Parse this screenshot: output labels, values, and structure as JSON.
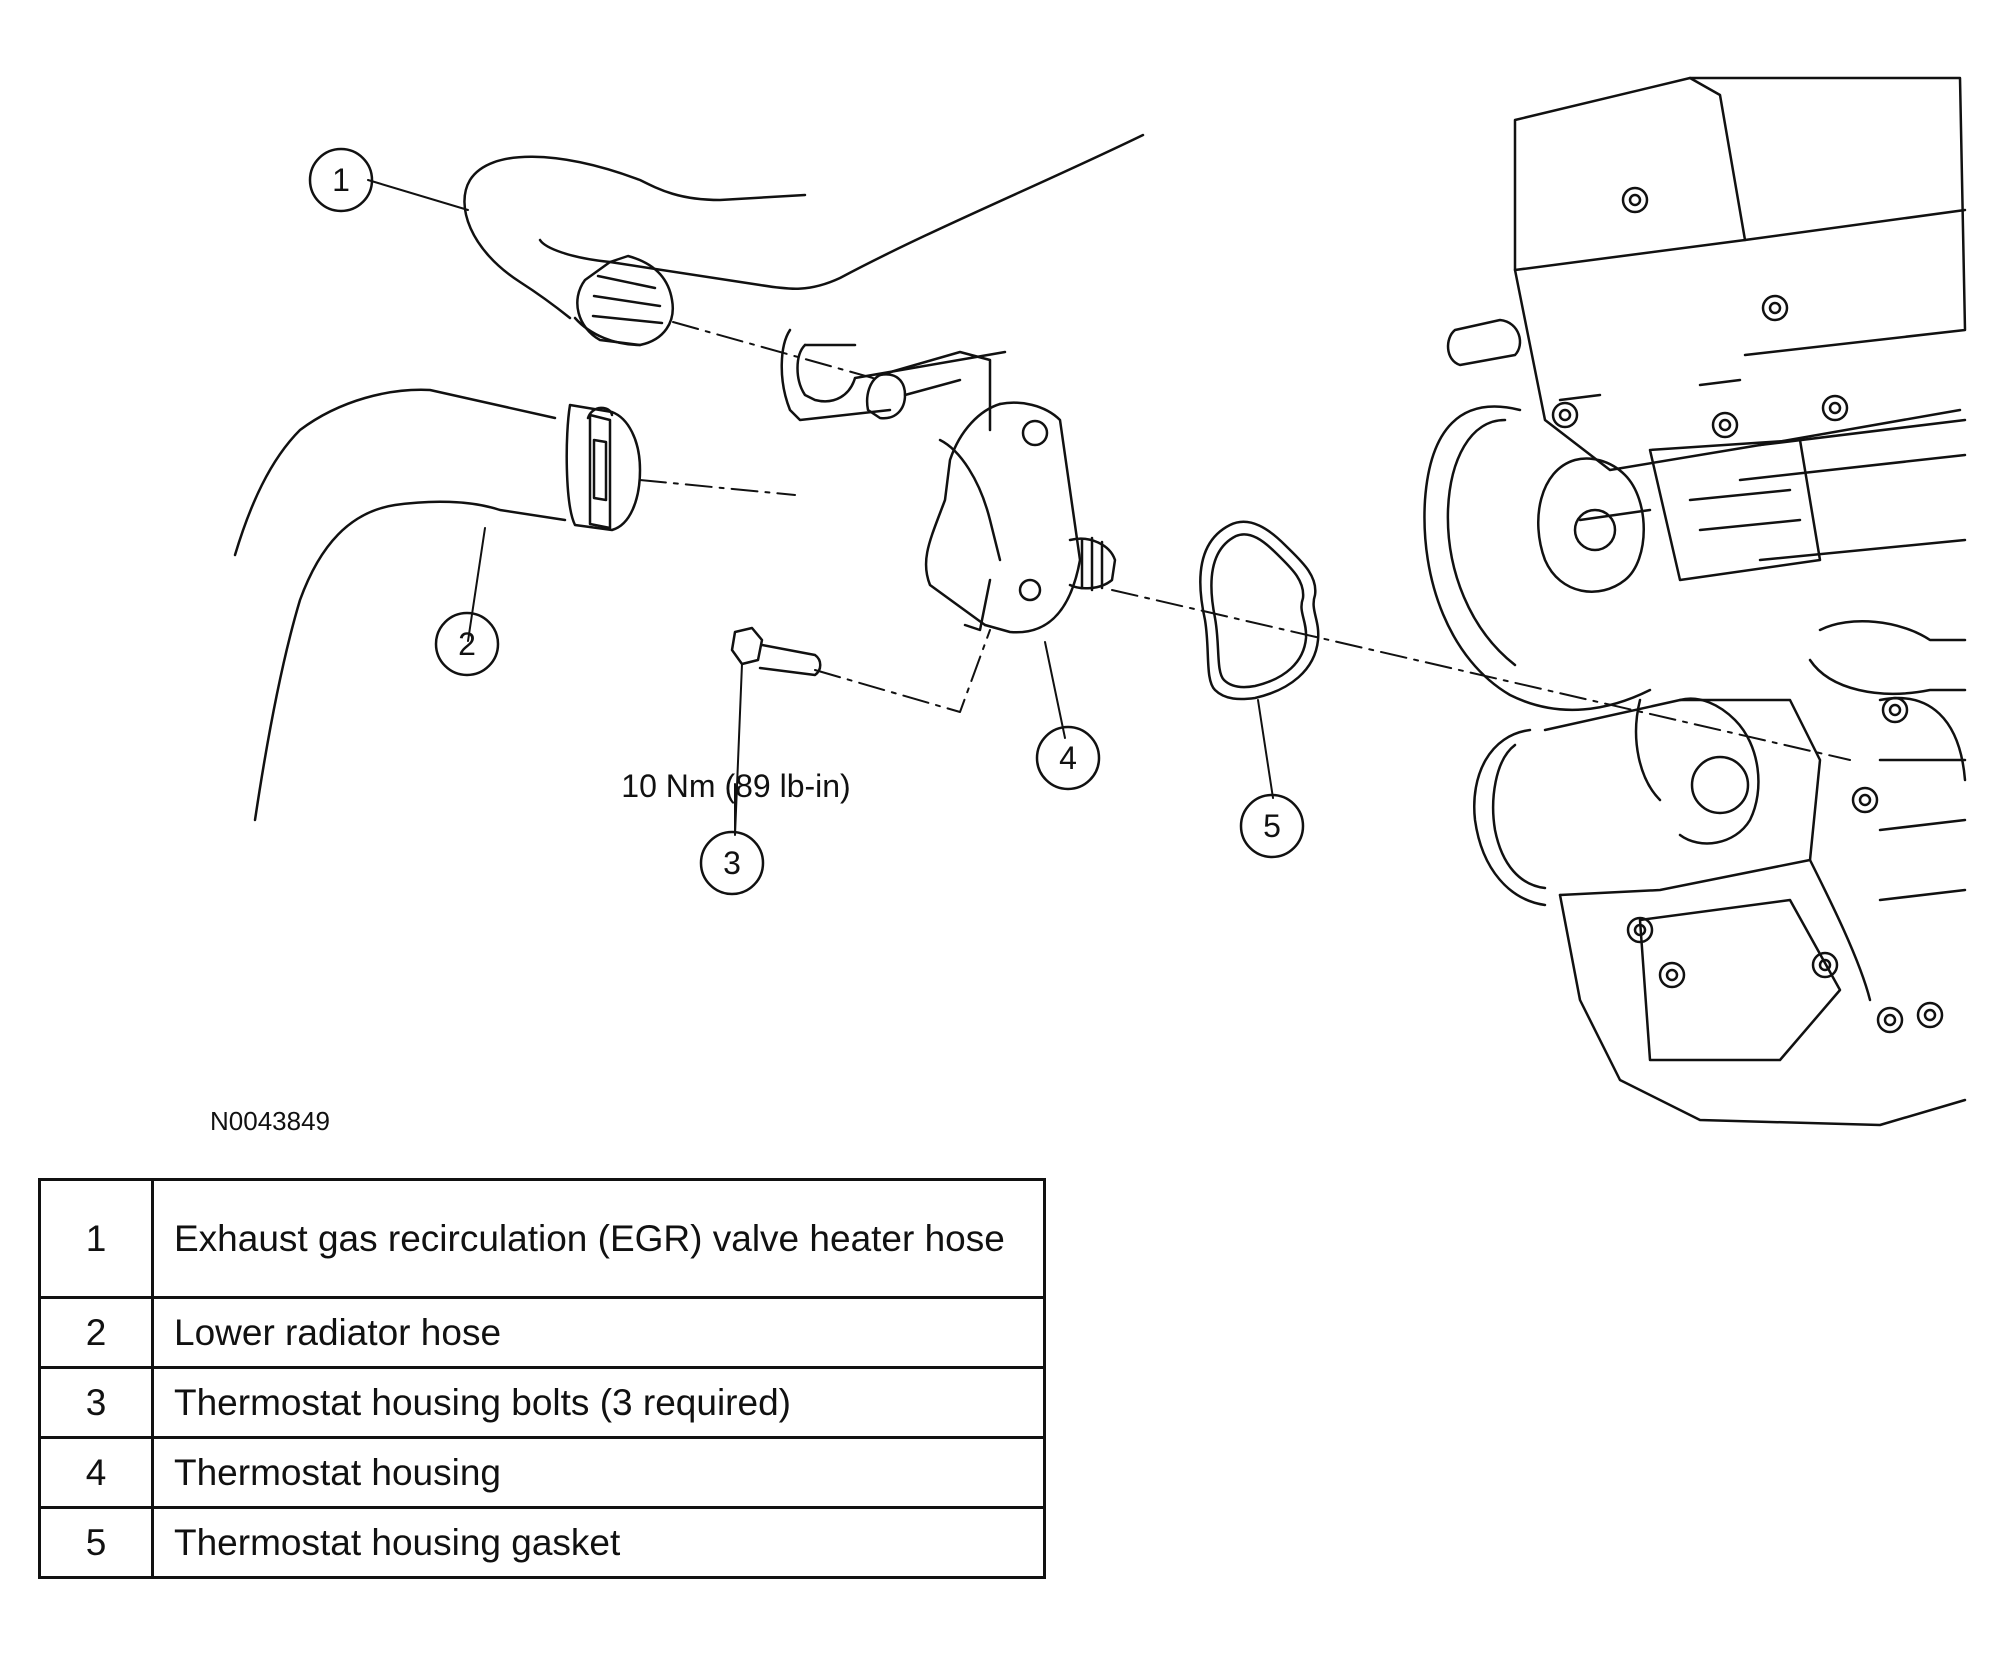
{
  "callouts": [
    "1",
    "2",
    "3",
    "4",
    "5"
  ],
  "torque_spec": "10 Nm (89 lb-in)",
  "figure_ref": "N0043849",
  "legend": [
    {
      "num": "1",
      "desc": "Exhaust gas recirculation (EGR) valve heater hose"
    },
    {
      "num": "2",
      "desc": "Lower radiator hose"
    },
    {
      "num": "3",
      "desc": "Thermostat housing bolts (3 required)"
    },
    {
      "num": "4",
      "desc": "Thermostat housing"
    },
    {
      "num": "5",
      "desc": "Thermostat housing gasket"
    }
  ],
  "colors": {
    "line": "#111111",
    "background": "#ffffff"
  }
}
